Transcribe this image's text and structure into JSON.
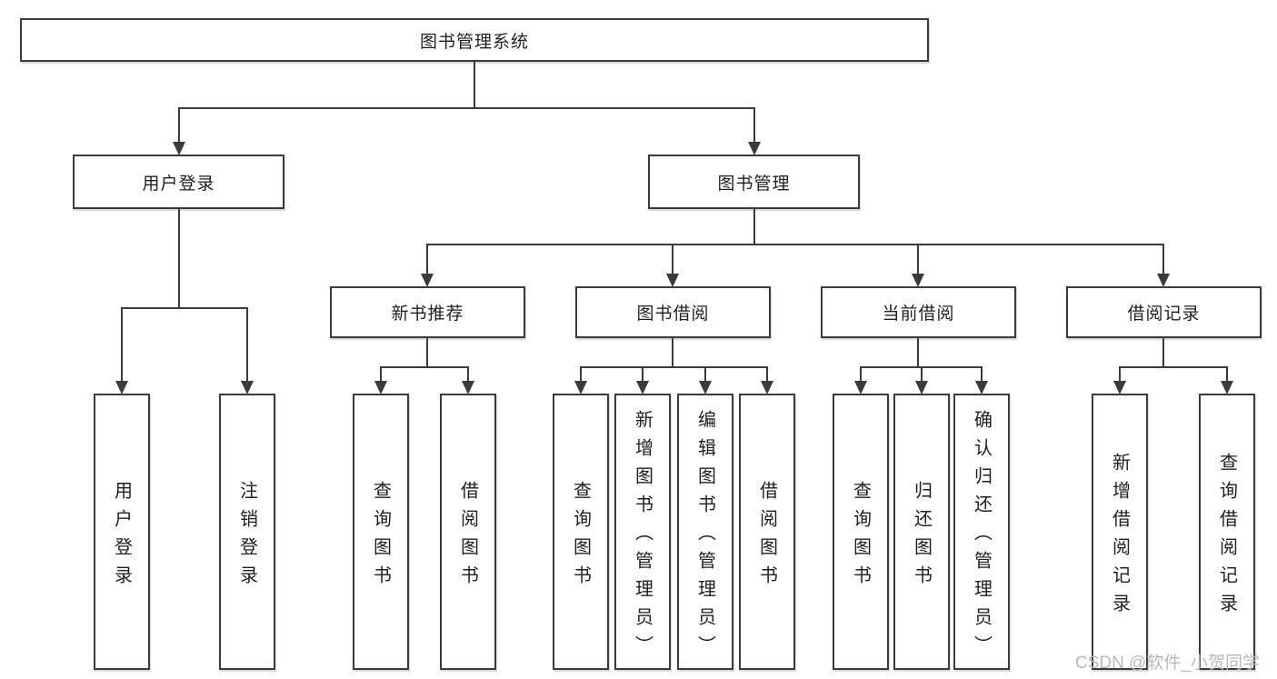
{
  "tree": {
    "root": "图书管理系统",
    "branches": [
      {
        "label": "用户登录",
        "children": [
          "用户登录",
          "注销登录"
        ]
      },
      {
        "label": "图书管理",
        "children": [
          {
            "label": "新书推荐",
            "children": [
              "查询图书",
              "借阅图书"
            ]
          },
          {
            "label": "图书借阅",
            "children": [
              "查询图书",
              "新增图书（管理员）",
              "编辑图书（管理员）",
              "借阅图书"
            ]
          },
          {
            "label": "当前借阅",
            "children": [
              "查询图书",
              "归还图书",
              "确认归还（管理员）"
            ]
          },
          {
            "label": "借阅记录",
            "children": [
              "新增借阅记录",
              "查询借阅记录"
            ]
          }
        ]
      }
    ]
  },
  "watermark": {
    "text": "CSDN @软件_小贺同学"
  },
  "colors": {
    "line": "#3b3b3b",
    "box_background": "#ffffff",
    "text": "#1f1f1f",
    "watermark": "#b9b9b9"
  }
}
